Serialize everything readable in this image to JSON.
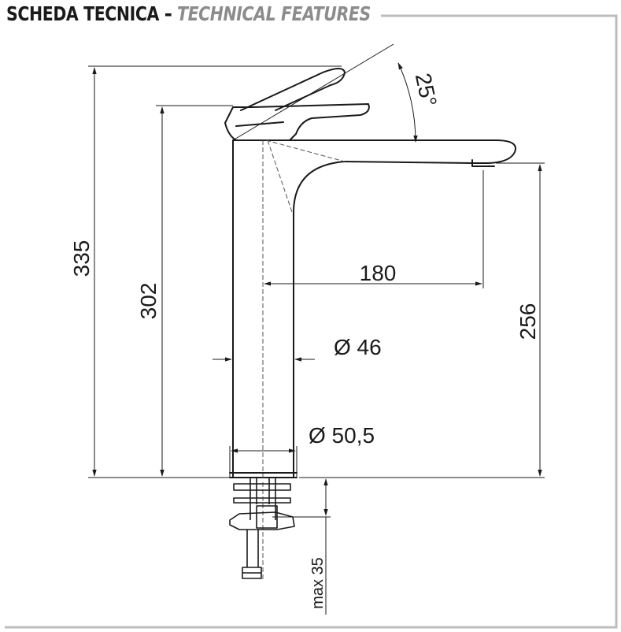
{
  "header": {
    "title": "SCHEDA TECNICA",
    "separator": "-",
    "subtitle": "TECHNICAL FEATURES"
  },
  "dimensions": {
    "total_height": "335",
    "body_height": "302",
    "spout_height": "256",
    "spout_reach": "180",
    "lever_angle": "25°",
    "body_diameter": "Ø 46",
    "base_diameter": "Ø 50,5",
    "max_deck_thickness": "max 35"
  },
  "colors": {
    "line": "#1a1a1a",
    "hidden_line": "#555555",
    "frame": "#bdbdbd",
    "subtitle": "#8c8c8c"
  }
}
